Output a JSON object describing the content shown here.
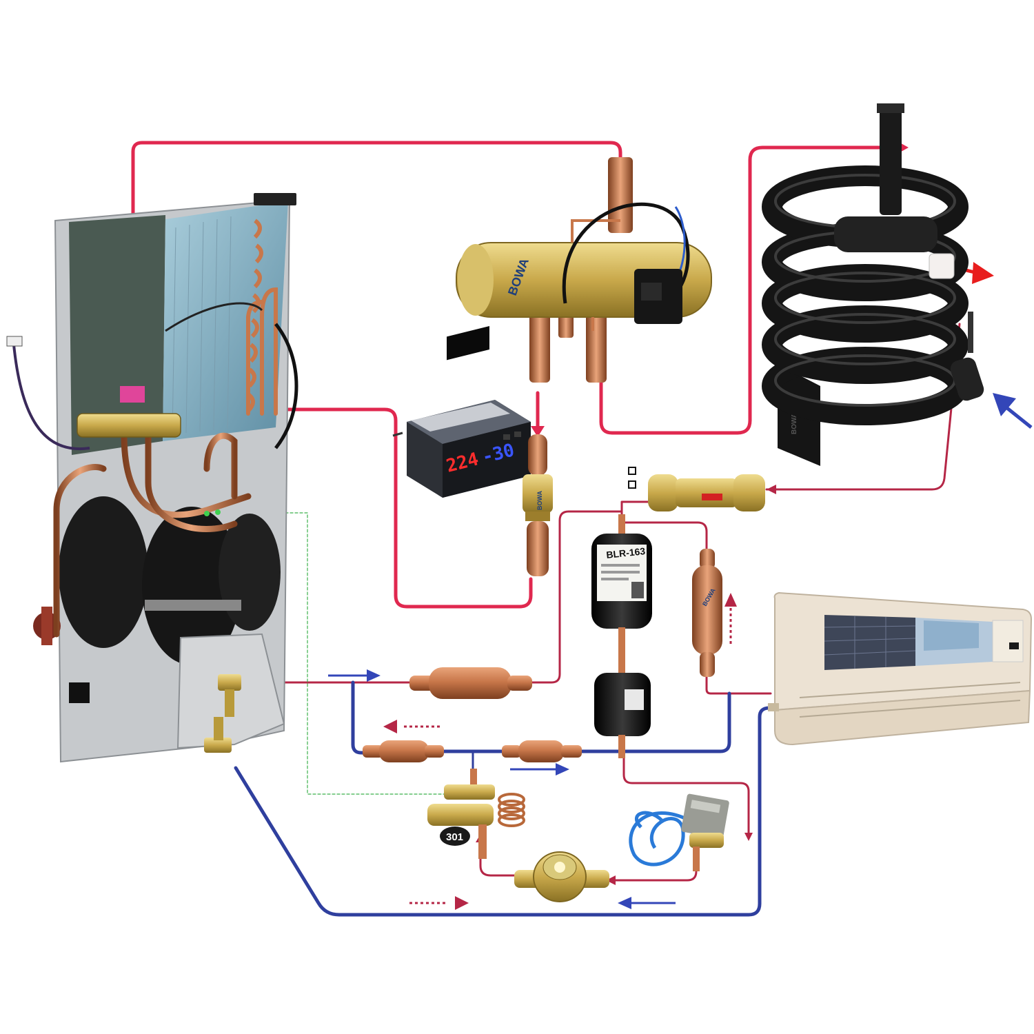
{
  "diagram": {
    "colors": {
      "hot_line": "#e0284f",
      "liquid_line": "#b52646",
      "cold_line": "#2f3f9e",
      "arrow_blue": "#3346b8",
      "arrow_red": "#e81d1d",
      "copper": "#c8774a",
      "copper_dark": "#8a4a26",
      "brass": "#c9a94b",
      "black": "#111111",
      "panel_grey": "#b9bcc0",
      "coil_blue": "#8fb6c9",
      "indoor_body": "#ece2d3",
      "sensor_pink": "#e0459a",
      "display_red": "#ff2d2d",
      "display_blue": "#3a55ff"
    },
    "labels": {
      "brand": "BOWA",
      "drier_model": "BLR-163",
      "valve_number": "301"
    },
    "controller": {
      "display_left": "224",
      "display_right": "-30"
    },
    "icons": [
      "outdoor-unit-icon",
      "four-way-valve-icon",
      "coil-heat-exchanger-icon",
      "temperature-controller-icon",
      "filter-drier-icon",
      "expansion-valve-icon",
      "solenoid-valve-icon",
      "sight-glass-icon",
      "check-valve-icon",
      "indoor-unit-icon"
    ]
  }
}
